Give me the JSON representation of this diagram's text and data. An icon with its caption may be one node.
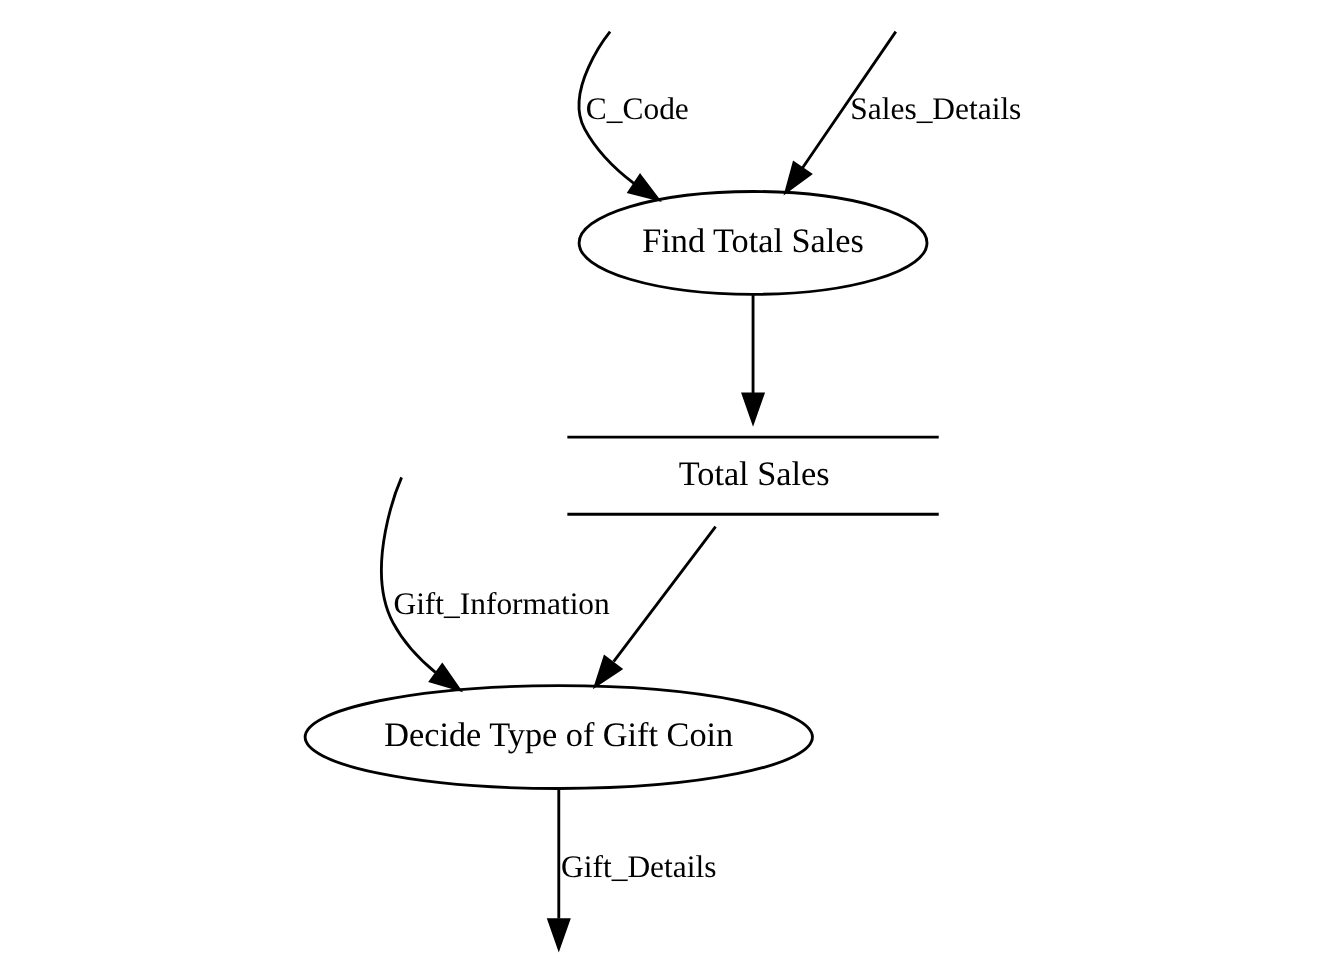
{
  "diagram": {
    "nodes": [
      {
        "text": [
          "Find Total Sales"
        ]
      },
      {
        "text": [
          "Total Sales"
        ]
      },
      {
        "text": [
          "Decide Type of Gift Coin"
        ]
      }
    ],
    "edges": [
      {
        "from": null,
        "to": 0,
        "arrow": "to",
        "label": "C_Code"
      },
      {
        "from": null,
        "to": 0,
        "arrow": "to",
        "label": "Sales_Details"
      },
      {
        "from": 0,
        "to": 1,
        "arrow": "to"
      },
      {
        "from": 1,
        "to": 2,
        "arrow": "to"
      },
      {
        "from": null,
        "to": 2,
        "arrow": "to",
        "label": "Gift_Information"
      },
      {
        "from": 2,
        "to": null,
        "arrow": "to",
        "label": "Gift_Details"
      }
    ]
  }
}
